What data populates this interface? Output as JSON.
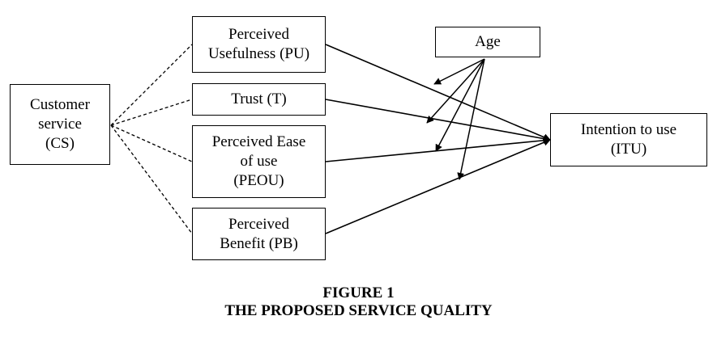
{
  "nodes": {
    "cs": {
      "lines": [
        "Customer",
        "service",
        "(CS)"
      ]
    },
    "pu": {
      "lines": [
        "Perceived",
        "Usefulness (PU)"
      ]
    },
    "t": {
      "lines": [
        "Trust (T)"
      ]
    },
    "peou": {
      "lines": [
        "Perceived Ease",
        "of use",
        "(PEOU)"
      ]
    },
    "pb": {
      "lines": [
        "Perceived",
        "Benefit (PB)"
      ]
    },
    "age": {
      "lines": [
        "Age"
      ]
    },
    "itu": {
      "lines": [
        "Intention to use",
        "(ITU)"
      ]
    }
  },
  "edges": [
    {
      "from": "cs",
      "to": "pu",
      "style": "dashed"
    },
    {
      "from": "cs",
      "to": "t",
      "style": "dashed"
    },
    {
      "from": "cs",
      "to": "peou",
      "style": "dashed"
    },
    {
      "from": "cs",
      "to": "pb",
      "style": "dashed"
    },
    {
      "from": "pu",
      "to": "itu",
      "style": "arrow"
    },
    {
      "from": "t",
      "to": "itu",
      "style": "arrow"
    },
    {
      "from": "peou",
      "to": "itu",
      "style": "arrow"
    },
    {
      "from": "pb",
      "to": "itu",
      "style": "arrow"
    },
    {
      "from": "age",
      "to": "pu-itu",
      "style": "moderating-arrow"
    },
    {
      "from": "age",
      "to": "t-itu",
      "style": "moderating-arrow"
    },
    {
      "from": "age",
      "to": "peou-itu",
      "style": "moderating-arrow"
    },
    {
      "from": "age",
      "to": "pb-itu",
      "style": "moderating-arrow"
    }
  ],
  "caption": {
    "line1": "FIGURE 1",
    "line2": "THE PROPOSED SERVICE QUALITY"
  },
  "colors": {
    "stroke": "#000000",
    "background": "#ffffff"
  }
}
